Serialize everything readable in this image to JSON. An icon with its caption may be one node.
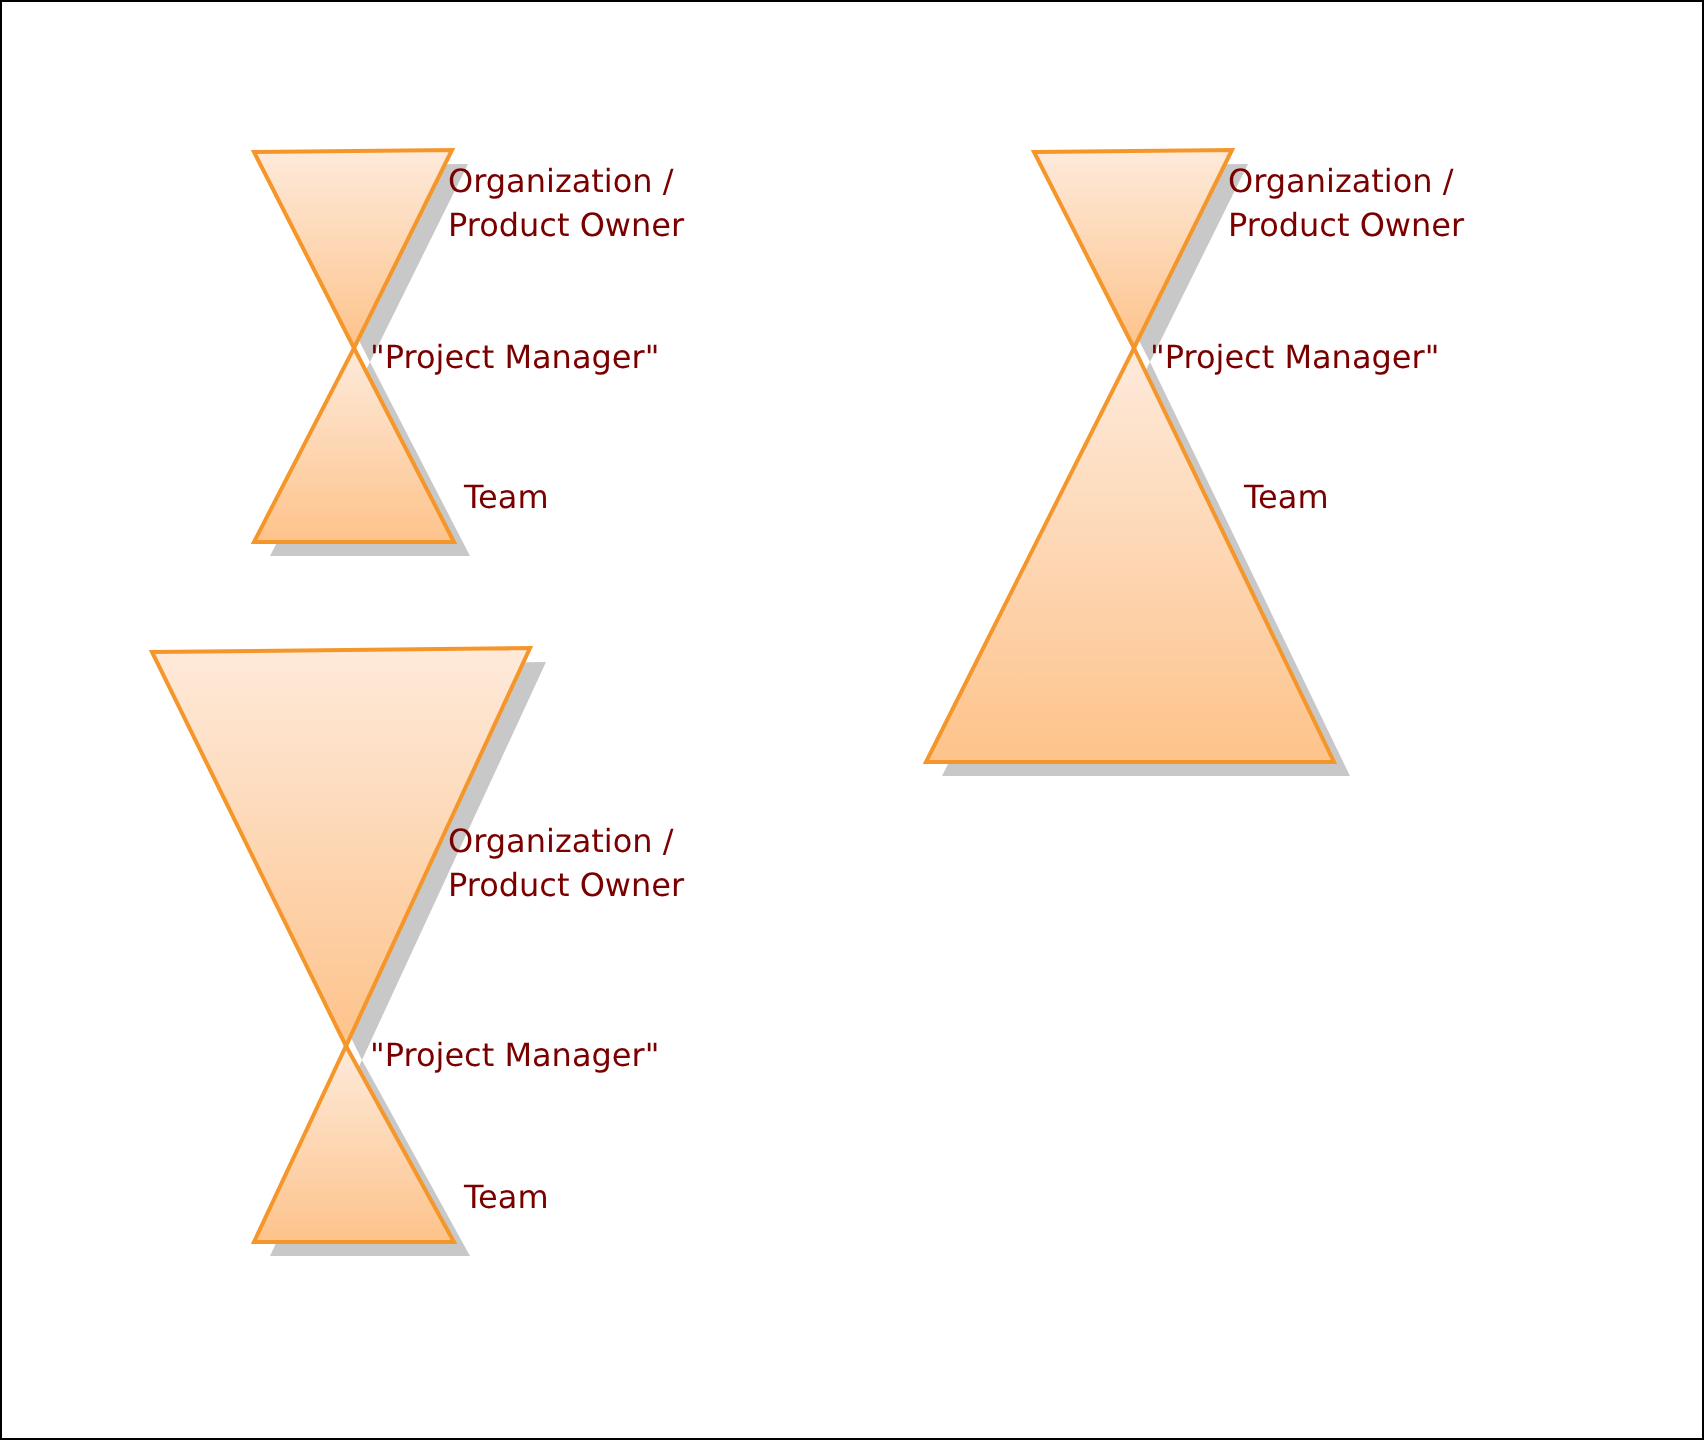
{
  "diagram": {
    "nodes": [
      {
        "text": [],
        "shape": "triangle",
        "beside": [
          "Organization / Product Owner"
        ]
      },
      {
        "text": [],
        "shape": "triangle",
        "beside": [
          "Team"
        ]
      },
      {
        "text": [],
        "shape": "triangle",
        "beside": [
          "Organization / Product Owner"
        ]
      },
      {
        "text": [],
        "shape": "triangle",
        "beside": [
          "Team"
        ]
      },
      {
        "text": [],
        "shape": "triangle",
        "beside": [
          "Organization / Product Owner"
        ]
      },
      {
        "text": [],
        "shape": "triangle",
        "beside": [
          "Team"
        ]
      }
    ],
    "labels": [
      "\"Project Manager\"",
      "\"Project Manager\"",
      "\"Project Manager\""
    ]
  }
}
